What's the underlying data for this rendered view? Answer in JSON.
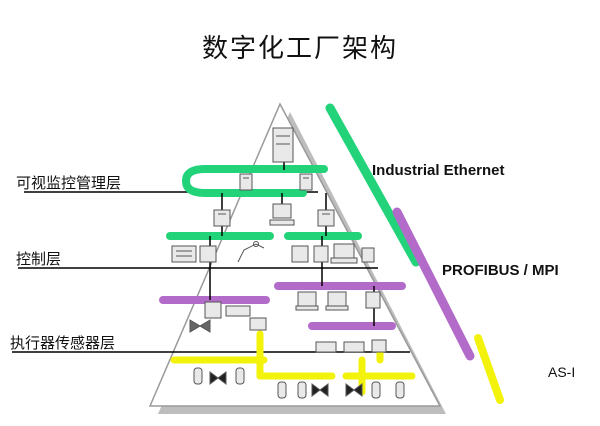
{
  "title": "数字化工厂架构",
  "layers": [
    {
      "label": "可视监控管理层"
    },
    {
      "label": "控制层"
    },
    {
      "label": "执行器传感器层"
    }
  ],
  "networks": [
    {
      "label": "Industrial Ethernet",
      "color": "#22d37a"
    },
    {
      "label": "PROFIBUS / MPI",
      "color": "#b36bc9"
    },
    {
      "label": "AS-I",
      "color": "#f2f20a"
    }
  ],
  "icons": {
    "server": "server-rack-icon",
    "workstation": "workstation-icon",
    "plc": "plc-icon",
    "panel": "operator-panel-icon",
    "robot": "robot-arm-icon",
    "sensor": "sensor-icon",
    "valve": "valve-icon"
  }
}
